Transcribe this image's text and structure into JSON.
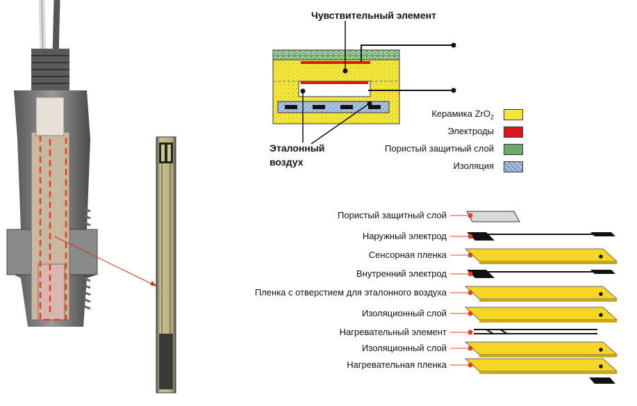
{
  "top_diagram": {
    "sensing_element": "Чувствительный элемент",
    "reference_air_line1": "Эталонный",
    "reference_air_line2": "воздух"
  },
  "legend": [
    {
      "label": "Керамика ZrO",
      "sub": "2",
      "color": "#f3e43a",
      "pattern": "dots"
    },
    {
      "label": "Электроды",
      "color": "#d9161c",
      "pattern": "solid"
    },
    {
      "label": "Пористый защитный слой",
      "color": "#7fb07f",
      "pattern": "circles"
    },
    {
      "label": "Изоляция",
      "color": "#a8bfe0",
      "pattern": "hatch"
    }
  ],
  "layers": [
    {
      "label": "Пористый защитный слой"
    },
    {
      "label": "Наружный электрод"
    },
    {
      "label": "Сенсорная пленка"
    },
    {
      "label": "Внутренний электрод"
    },
    {
      "label": "Пленка с отверстием для эталонного воздуха"
    },
    {
      "label": "Изоляционный слой"
    },
    {
      "label": "Нагревательный элемент"
    },
    {
      "label": "Изоляционный слой"
    },
    {
      "label": "Нагревательная пленка"
    }
  ]
}
